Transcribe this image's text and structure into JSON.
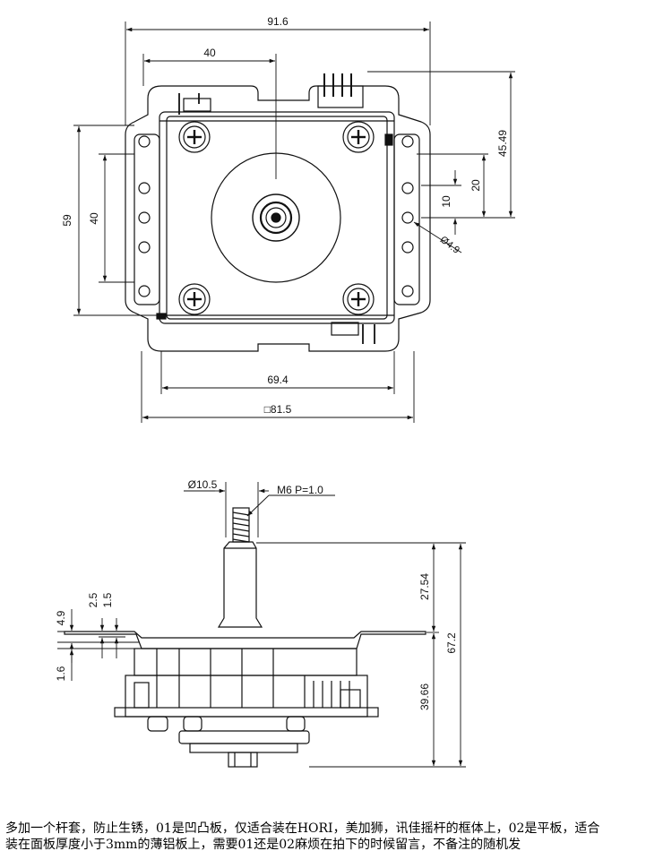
{
  "top_view": {
    "dimensions": {
      "overall_width": "91.6",
      "offset_40": "40",
      "height_45_49": "45.49",
      "height_20": "20",
      "height_10": "10",
      "hole_diameter": "Ø4.9",
      "left_59": "59",
      "left_40": "40",
      "inner_69_4": "69.4",
      "square_81_5": "□81.5"
    }
  },
  "side_view": {
    "dimensions": {
      "shaft_diameter": "Ø10.5",
      "thread": "M6  P=1.0",
      "height_27_54": "27.54",
      "height_67_2": "67.2",
      "height_39_66": "39.66",
      "height_2_5": "2.5",
      "height_1_5": "1.5",
      "height_4_9": "4.9",
      "height_1_6": "1.6"
    }
  },
  "caption": {
    "line1": "多加一个杆套，防止生锈，01是凹凸板，仅适合装在HORI，美加狮，讯佳摇杆的框体上，02是平板，适合",
    "line2": "装在面板厚度小于3mm的薄铝板上，需要01还是02麻烦在拍下的时候留言，不备注的随机发"
  }
}
